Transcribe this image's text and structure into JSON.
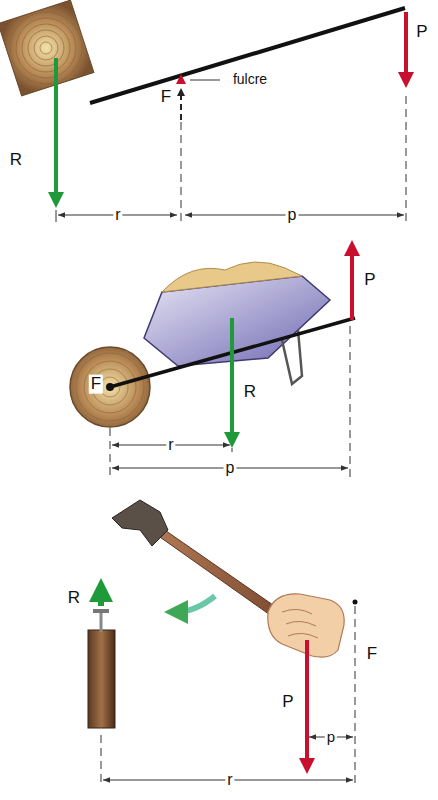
{
  "diagram": {
    "labels": [
      "P",
      "R",
      "F",
      "fulcre",
      "r",
      "p",
      "P",
      "F",
      "R",
      "r",
      "p",
      "R",
      "F",
      "P",
      "p",
      "r"
    ]
  }
}
